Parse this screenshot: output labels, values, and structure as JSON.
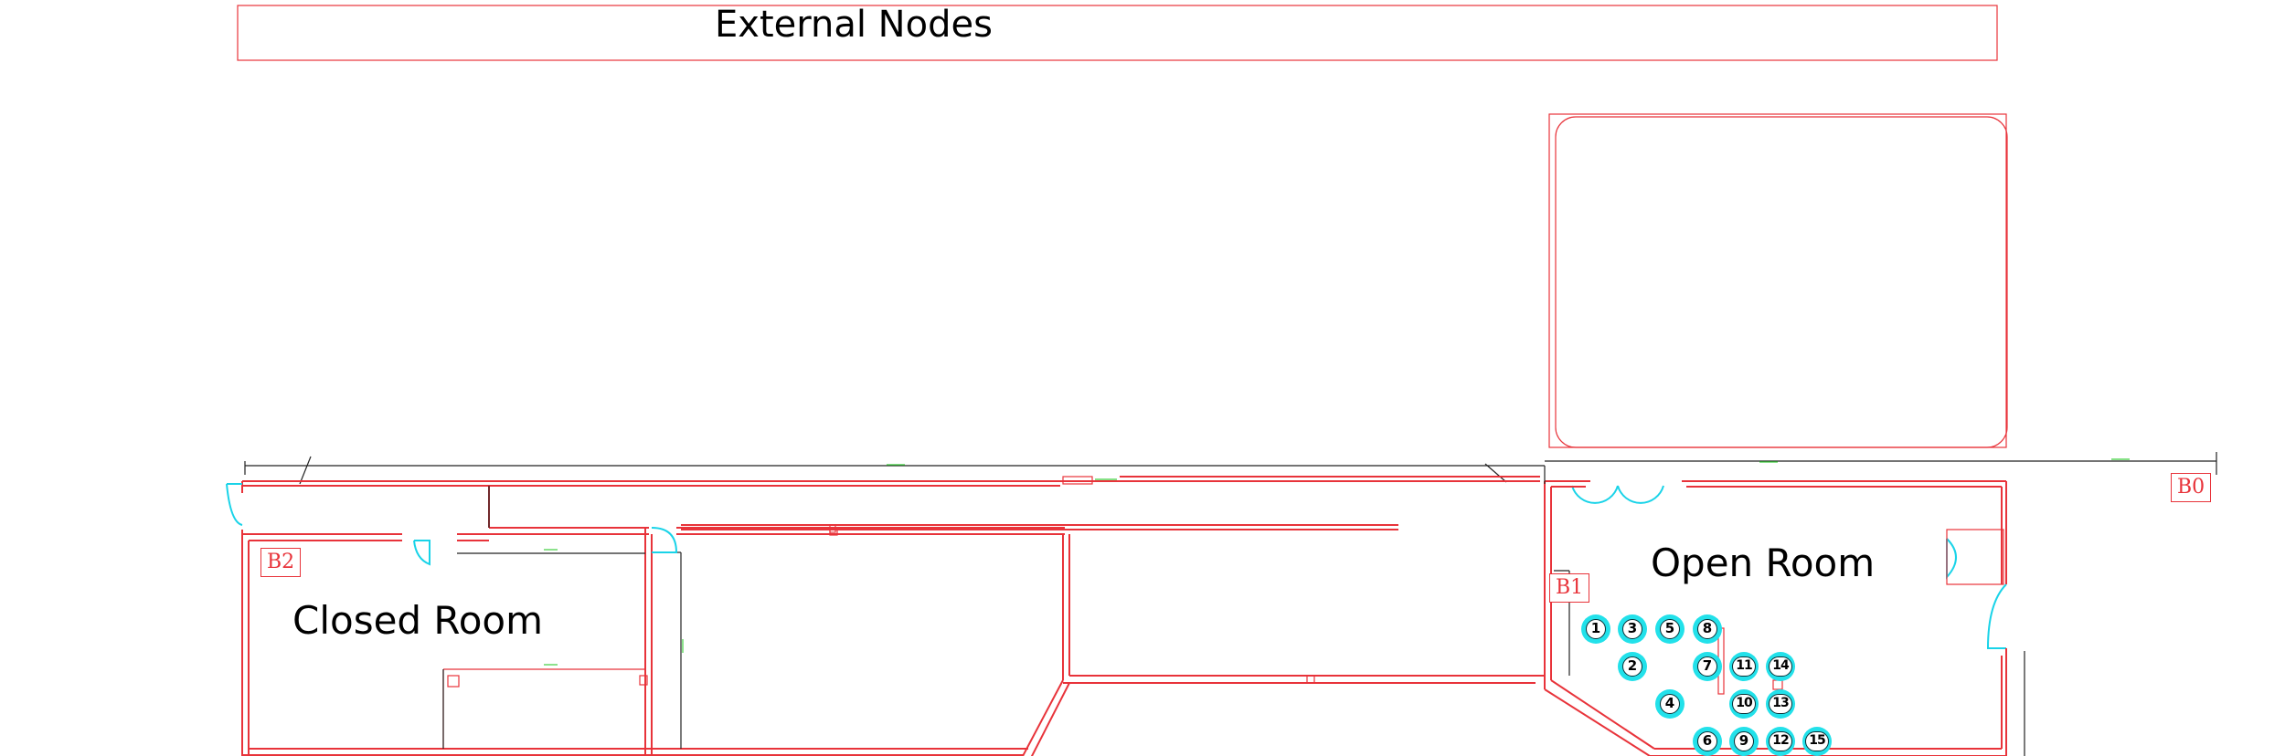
{
  "header": {
    "title": "External Nodes"
  },
  "rooms": {
    "closed": "Closed Room",
    "open": "Open Room"
  },
  "tags": {
    "b0": "B0",
    "b1": "B1",
    "b2": "B2"
  },
  "nodes": [
    "1",
    "2",
    "3",
    "4",
    "5",
    "6",
    "7",
    "8",
    "9",
    "10",
    "11",
    "12",
    "13",
    "14",
    "15"
  ],
  "colors": {
    "walls": "#e8333a",
    "doors": "#19d3e8",
    "nodes": "#22e1ea",
    "dimensions": "#3ecf3e"
  }
}
